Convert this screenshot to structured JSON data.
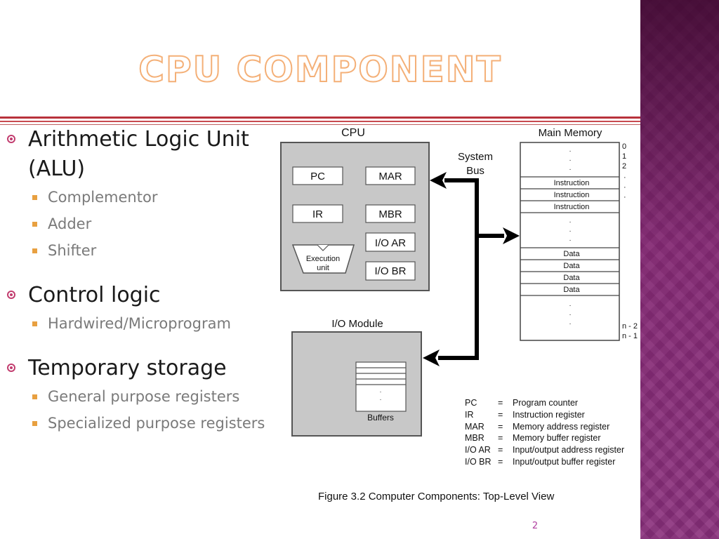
{
  "slide": {
    "title": "CPU COMPONENT",
    "number": "2"
  },
  "bullets": [
    {
      "text": "Arithmetic Logic Unit (ALU)",
      "line1": "Arithmetic Logic Unit",
      "line2": "(ALU)",
      "sub": [
        "Complementor",
        "Adder",
        "Shifter"
      ]
    },
    {
      "text": "Control logic",
      "sub": [
        "Hardwired/Microprogram"
      ]
    },
    {
      "text": "Temporary storage",
      "sub": [
        "General purpose registers",
        "Specialized purpose registers"
      ]
    }
  ],
  "diagram": {
    "cpu_label": "CPU",
    "memory_label": "Main Memory",
    "bus_label_1": "System",
    "bus_label_2": "Bus",
    "io_label": "I/O Module",
    "registers": {
      "pc": "PC",
      "mar": "MAR",
      "ir": "IR",
      "mbr": "MBR",
      "ioar": "I/O AR",
      "iobr": "I/O BR"
    },
    "exec_unit_1": "Execution",
    "exec_unit_2": "unit",
    "buffers_label": "Buffers",
    "memory_rows": [
      "Instruction",
      "Instruction",
      "Instruction",
      "Data",
      "Data",
      "Data",
      "Data"
    ],
    "address_labels": {
      "a0": "0",
      "a1": "1",
      "a2": "2",
      "an2": "n - 2",
      "an1": "n - 1"
    },
    "dot": "·",
    "legend": [
      {
        "abbr": "PC",
        "eq": "=",
        "desc": "Program counter"
      },
      {
        "abbr": "IR",
        "eq": "=",
        "desc": "Instruction register"
      },
      {
        "abbr": "MAR",
        "eq": "=",
        "desc": "Memory address register"
      },
      {
        "abbr": "MBR",
        "eq": "=",
        "desc": "Memory buffer register"
      },
      {
        "abbr": "I/O AR",
        "eq": "=",
        "desc": "Input/output address register"
      },
      {
        "abbr": "I/O BR",
        "eq": "=",
        "desc": "Input/output buffer register"
      }
    ],
    "caption": "Figure 3.2  Computer Components: Top-Level View"
  }
}
